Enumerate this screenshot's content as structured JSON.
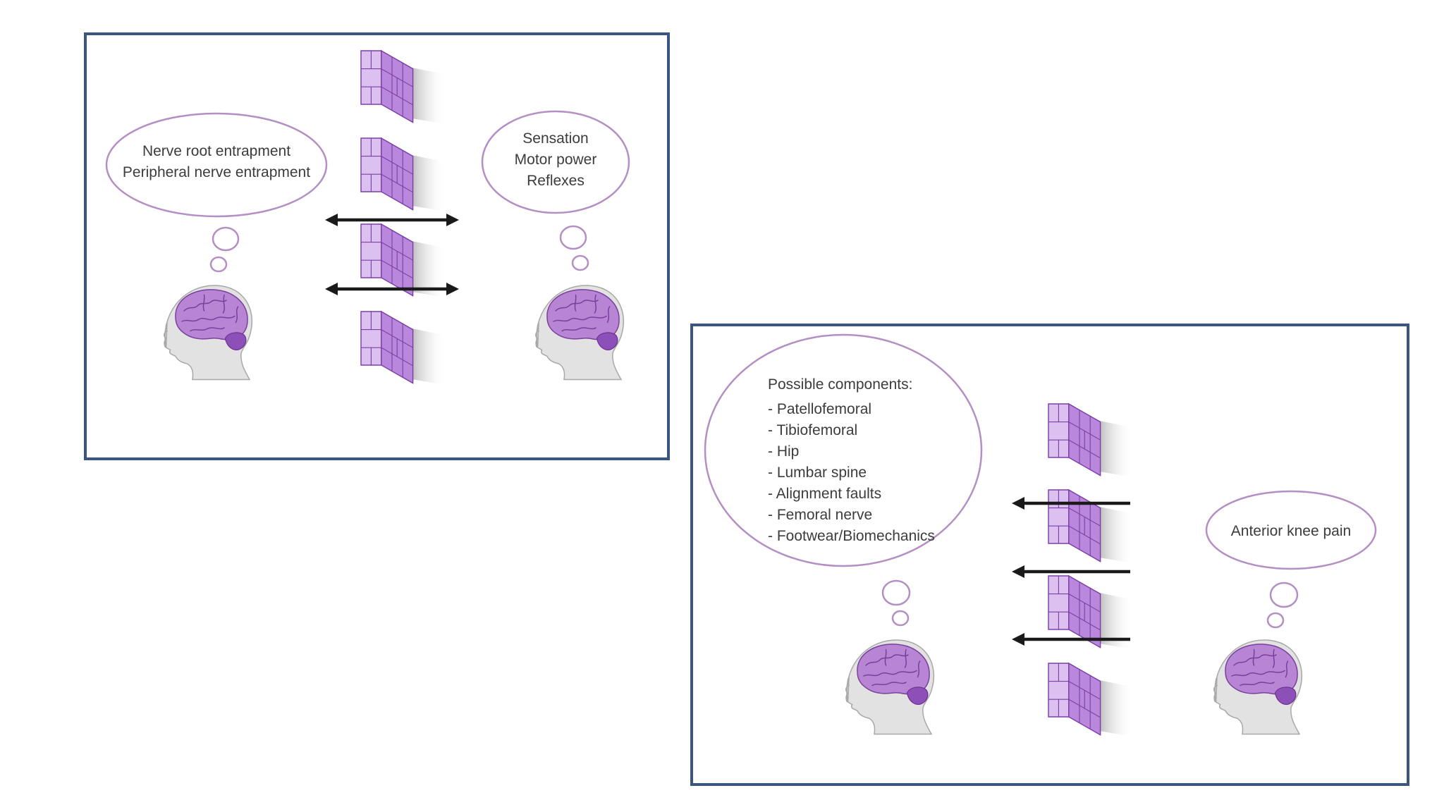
{
  "panel_top": {
    "left_bubble": [
      "Nerve root entrapment",
      "Peripheral nerve entrapment"
    ],
    "right_bubble": [
      "Sensation",
      "Motor power",
      "Reflexes"
    ]
  },
  "panel_bottom": {
    "left_bubble": {
      "heading": "Possible components:",
      "items": [
        "- Patellofemoral",
        "- Tibiofemoral",
        "- Hip",
        "- Lumbar spine",
        "- Alignment faults",
        "- Femoral nerve",
        "- Footwear/Biomechanics"
      ]
    },
    "right_bubble": "Anterior knee pain"
  },
  "colors": {
    "frame": "#3a5680",
    "brain": "#b785d4",
    "wall": "#dcc0ef",
    "bubble_outline": "#b48fc4"
  }
}
